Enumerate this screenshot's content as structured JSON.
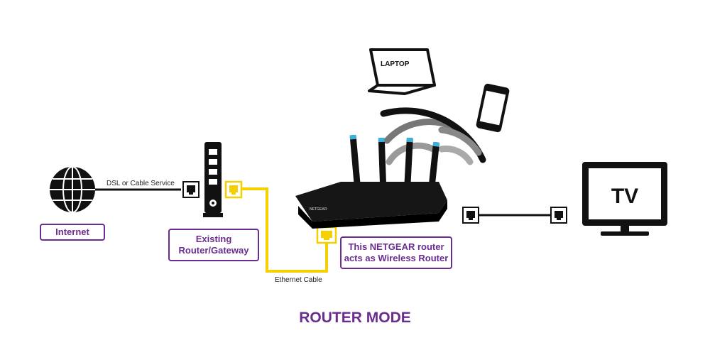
{
  "title": "ROUTER MODE",
  "labels": {
    "internet": "Internet",
    "existing_router_line1": "Existing",
    "existing_router_line2": "Router/Gateway",
    "netgear_line1": "This NETGEAR router",
    "netgear_line2": "acts as Wireless Router"
  },
  "connections": {
    "dsl_label": "DSL or Cable Service",
    "ethernet_label": "Ethernet Cable"
  },
  "devices": {
    "laptop_label": "LAPTOP",
    "tv_label": "TV",
    "router_brand": "NETGEAR"
  },
  "colors": {
    "accent_purple": "#6a2c8e",
    "ethernet_yellow": "#f5d000",
    "device_black": "#111111",
    "wifi_gray": "#999999"
  },
  "icons": [
    "globe-icon",
    "gateway-icon",
    "ethernet-port-icon",
    "router-icon",
    "laptop-icon",
    "phone-icon",
    "tv-icon",
    "wifi-signal-icon"
  ]
}
